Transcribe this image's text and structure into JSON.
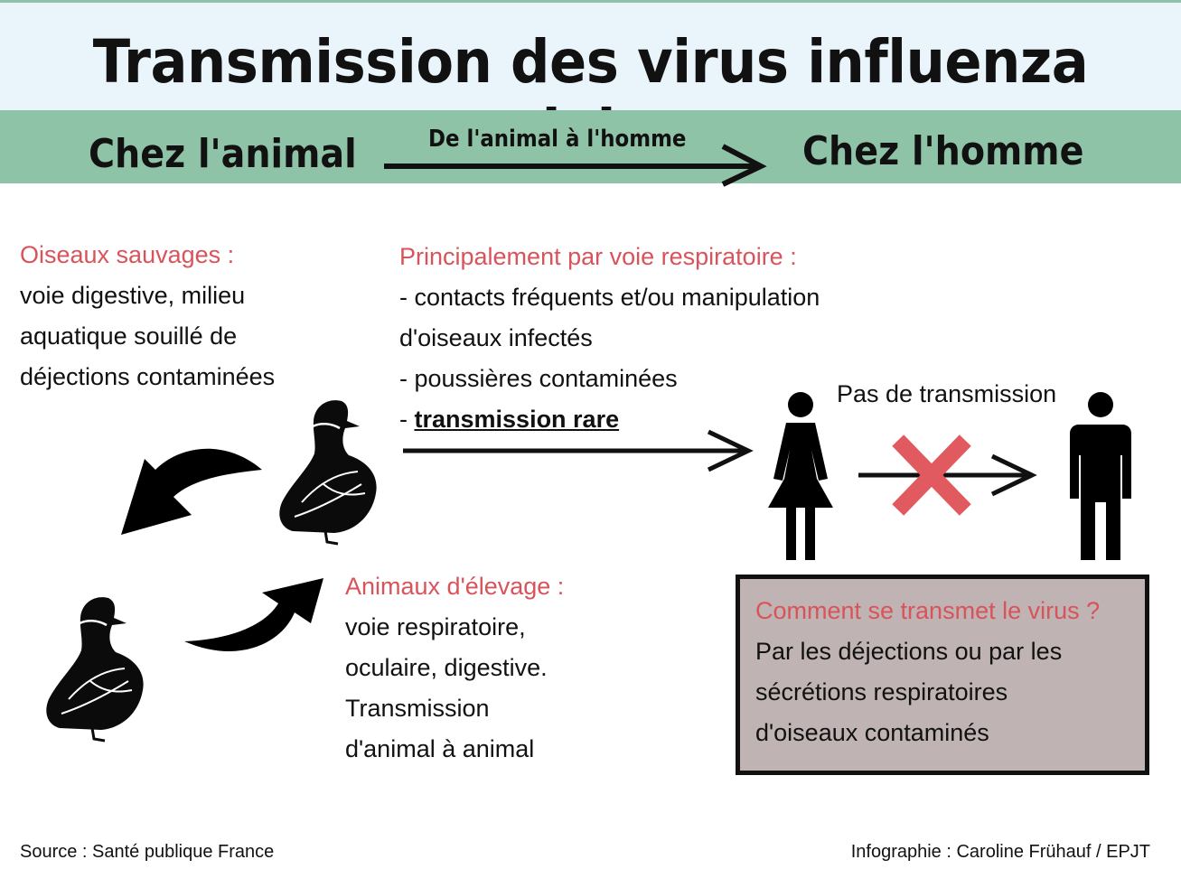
{
  "title": "Transmission des virus influenza aviaires",
  "band": {
    "left": "Chez l'animal",
    "middle": "De l'animal à l'homme",
    "right": "Chez l'homme"
  },
  "wild_birds": {
    "heading": "Oiseaux sauvages :",
    "lines": [
      "voie digestive, milieu",
      "aquatique souillé de",
      "déjections contaminées"
    ]
  },
  "respiratory": {
    "heading": "Principalement par voie respiratoire :",
    "lines": [
      "- contacts fréquents et/ou manipulation",
      "d'oiseaux infectés",
      "- poussières contaminées"
    ],
    "last_prefix": "- ",
    "last_emphasis": "transmission rare"
  },
  "no_transmission": "Pas de transmission",
  "farm_animals": {
    "heading": "Animaux d'élevage :",
    "lines": [
      "voie respiratoire,",
      "oculaire, digestive.",
      "Transmission",
      "d'animal à animal"
    ]
  },
  "info_box": {
    "heading": "Comment se transmet le virus ?",
    "lines": [
      "Par les déjections ou par les",
      "sécrétions respiratoires",
      "d'oiseaux contaminés"
    ]
  },
  "footer": {
    "source": "Source : Santé publique France",
    "credit": "Infographie : Caroline Frühauf / EPJT"
  },
  "colors": {
    "accent_red": "#d9535b",
    "band_green": "#8fc3a8",
    "title_bg": "#eaf4fb",
    "box_bg": "#bfb3b3",
    "cross": "#e05a5f"
  },
  "icons": [
    "duck-icon",
    "woman-icon",
    "man-icon",
    "cross-icon",
    "curved-arrow-icon",
    "arrow-right-icon"
  ]
}
